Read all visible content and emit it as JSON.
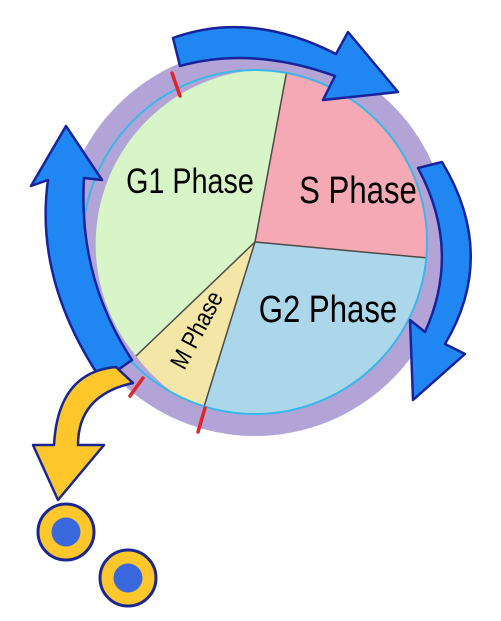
{
  "phases": {
    "g1": {
      "label": "G1  Phase",
      "color": "#d7f5c6"
    },
    "s": {
      "label": "S  Phase",
      "color": "#f5a9b4"
    },
    "g2": {
      "label": "G2  Phase",
      "color": "#acd7ea"
    },
    "m": {
      "label": "M Phase",
      "color": "#f4e6a6"
    }
  },
  "colors": {
    "ring": "#b3a4d8",
    "circle_edge": "#39b7e8",
    "divider": "#4a4a4a",
    "checkpoint": "#e0242a",
    "cycle_arrow_fill": "#1f86f2",
    "cycle_arrow_edge": "#18239b",
    "exit_arrow_fill": "#ffc72b",
    "exit_arrow_edge": "#1a2790",
    "cell_fill": "#ffc72b",
    "cell_edge": "#1a2790",
    "nucleus_fill": "#3968dc"
  },
  "icons": {
    "cycle_arrows": "curved-arrow-icon",
    "exit_arrow": "curved-arrow-icon",
    "daughter_cells": "cell-icon"
  }
}
